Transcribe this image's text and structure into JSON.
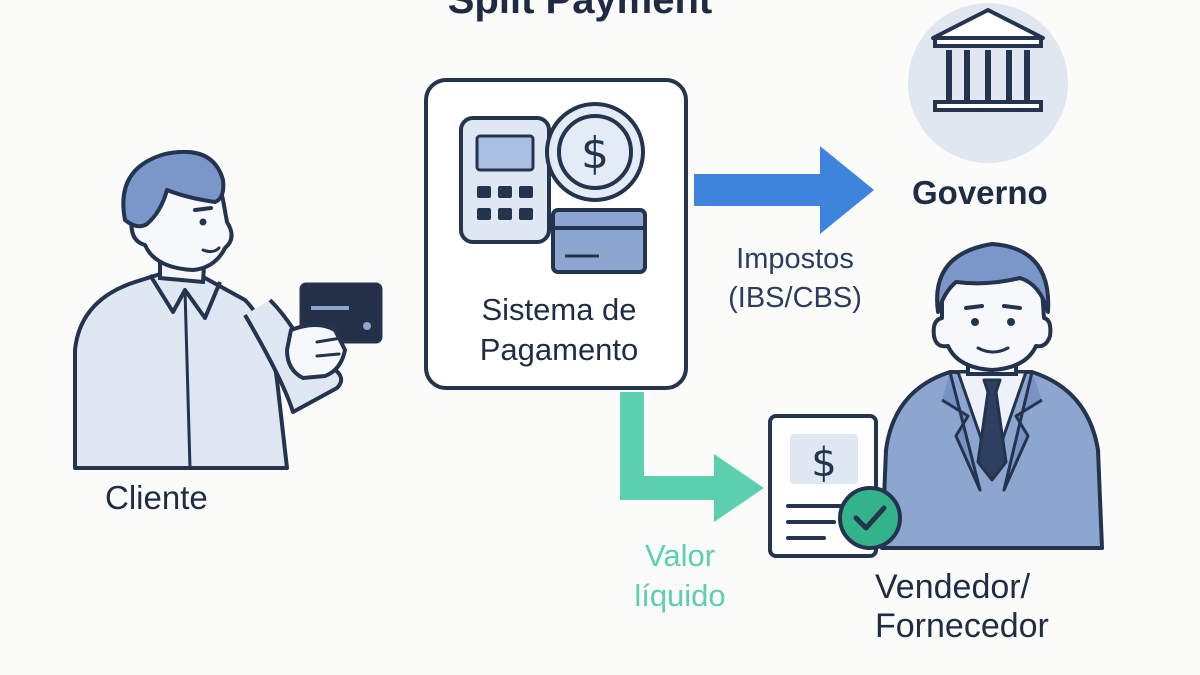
{
  "title": "Split Payment",
  "nodes": {
    "cliente": "Cliente",
    "sistema_line1": "Sistema de",
    "sistema_line2": "Pagamento",
    "governo": "Governo",
    "vendedor_line1": "Vendedor/",
    "vendedor_line2": "Fornecedor"
  },
  "flows": {
    "impostos_line1": "Impostos",
    "impostos_line2": "(IBS/CBS)",
    "valor_line1": "Valor",
    "valor_line2": "líquido"
  },
  "symbols": {
    "currency": "$"
  },
  "colors": {
    "navy": "#24344f",
    "light_blue": "#cfdcef",
    "mid_blue": "#8da6cf",
    "arrow_blue": "#3f84dc",
    "arrow_green": "#5ccfae",
    "check_green": "#34b38a"
  },
  "icons": {
    "bank": "bank-icon",
    "terminal": "payment-terminal-icon",
    "coin": "dollar-coin-icon",
    "card": "credit-card-icon",
    "invoice": "invoice-icon",
    "check": "check-icon"
  }
}
